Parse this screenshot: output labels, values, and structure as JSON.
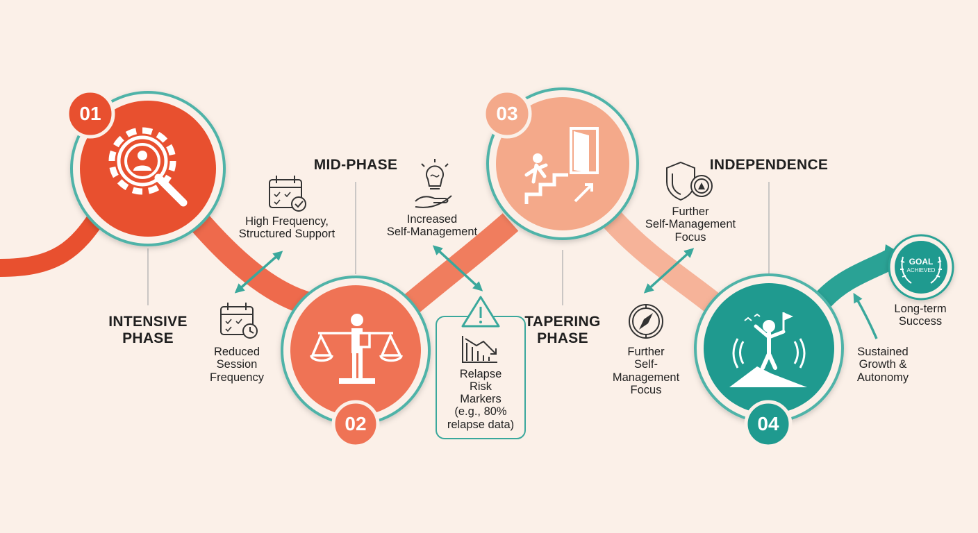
{
  "colors": {
    "background": "#fbf0e8",
    "phase1": "#e8502f",
    "phase2": "#ef7355",
    "phase3": "#f4a98a",
    "phase4": "#1f9a8f",
    "ring": "#4fb3a8",
    "arrow": "#3aa89c"
  },
  "steps": [
    {
      "number": "01",
      "icon": "gear-search-person-icon"
    },
    {
      "number": "02",
      "icon": "balance-scale-person-icon"
    },
    {
      "number": "03",
      "icon": "stairs-door-icon"
    },
    {
      "number": "04",
      "icon": "summit-flag-person-icon"
    }
  ],
  "phases": {
    "intensive": "INTENSIVE\nPHASE",
    "mid": "MID-PHASE",
    "tapering": "TAPERING\nPHASE",
    "independence": "INDEPENDENCE"
  },
  "notes": {
    "high_frequency": "High Frequency,\nStructured Support",
    "reduced_session": "Reduced\nSession\nFrequency",
    "increased_self": "Increased\nSelf-Management",
    "relapse": "Relapse\nRisk\nMarkers\n(e.g., 80%\nrelapse data)",
    "further_top": "Further\nSelf-Management\nFocus",
    "further_bottom": "Further\nSelf-\nManagement\nFocus",
    "sustained": "Sustained\nGrowth &\nAutonomy",
    "long_term": "Long-term\nSuccess"
  },
  "goal_badge": {
    "line1": "GOAL",
    "line2": "ACHIEVED"
  }
}
